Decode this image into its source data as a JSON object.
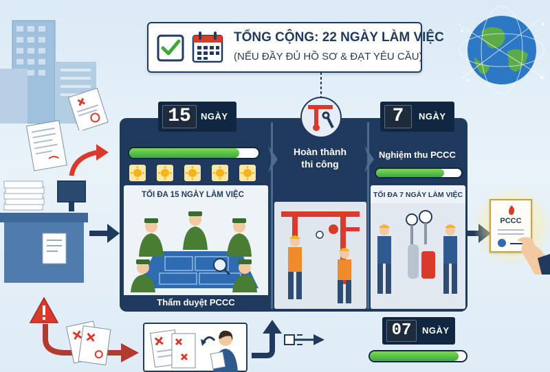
{
  "header": {
    "total_title": "TỔNG CỘNG: 22 NGÀY LÀM VIỆC",
    "total_sub": "(NẾU ĐẦY ĐỦ HỒ SƠ & ĐẠT YÊU CẦU)"
  },
  "stage1": {
    "days": "15",
    "days_label": "NGÀY",
    "progress": 0.85,
    "heading": "TỐI ĐA 15 NGÀY LÀM VIỆC",
    "caption": "Thẩm duyệt PCCC"
  },
  "stage2": {
    "label_line1": "Hoàn thành",
    "label_line2": "thi công"
  },
  "stage3": {
    "days": "7",
    "days_label": "NGÀY",
    "title": "Nghiệm thu PCCC",
    "progress": 0.8,
    "heading": "TỐI ĐA 7 NGÀY LÀM VIỆC"
  },
  "rework": {
    "days": "07",
    "days_label": "NGÀY",
    "progress": 0.92
  },
  "certificate": {
    "label": "PCCC"
  },
  "colors": {
    "navy": "#1f3a5c",
    "green": "#3fa83a",
    "red": "#d93a2b",
    "sun": "#f4b41a"
  }
}
